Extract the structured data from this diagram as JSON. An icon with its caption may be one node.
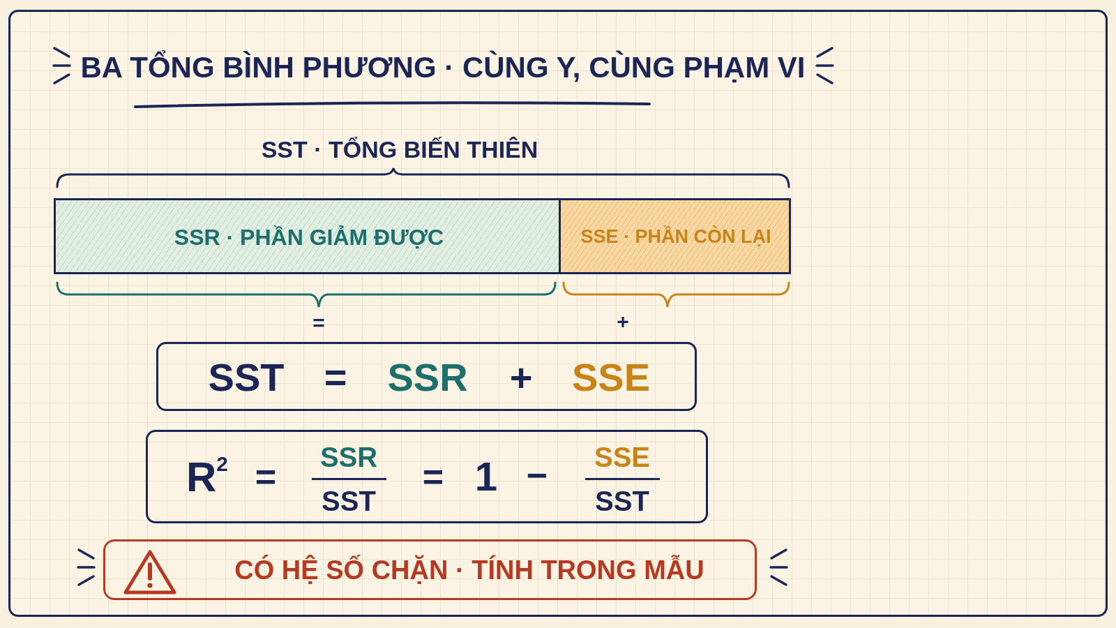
{
  "diagram": {
    "title": "BA TỔNG BÌNH PHƯƠNG · CÙNG Y, CÙNG PHẠM VI",
    "nodes": [
      {
        "text": [
          "SSR · PHẦN GIẢM ĐƯỢC"
        ]
      },
      {
        "text": [
          "SSE · PHẦN CÒN LẠI"
        ]
      },
      {
        "text": [
          "SST",
          "=",
          "SSR",
          "+",
          "SSE"
        ]
      },
      {
        "text": [
          "R$^{2}$",
          "=",
          "SSR",
          "SST",
          "=",
          "1",
          "−",
          "SSE",
          "SST"
        ]
      },
      {
        "text": [
          "CÓ HỆ SỐ CHẶN · TÍNH TRONG MẪU"
        ]
      }
    ],
    "labels": [
      "SST · TỔNG BIẾN THIÊN",
      "=",
      "+"
    ]
  }
}
